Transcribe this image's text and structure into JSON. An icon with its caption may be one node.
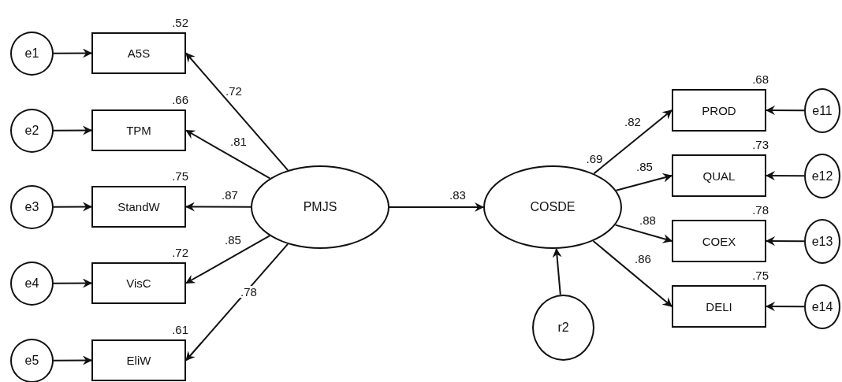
{
  "diagram": {
    "nodes": [
      {
        "text": [
          "e1"
        ]
      },
      {
        "text": [
          "A5S"
        ],
        "beside": [
          ".52"
        ]
      },
      {
        "text": [
          "e2"
        ]
      },
      {
        "text": [
          "TPM"
        ],
        "beside": [
          ".66"
        ]
      },
      {
        "text": [
          "e3"
        ]
      },
      {
        "text": [
          "StandW"
        ],
        "beside": [
          ".75"
        ]
      },
      {
        "text": [
          "e4"
        ]
      },
      {
        "text": [
          "VisC"
        ],
        "beside": [
          ".72"
        ]
      },
      {
        "text": [
          "e5"
        ]
      },
      {
        "text": [
          "EliW"
        ],
        "beside": [
          ".61"
        ]
      },
      {
        "text": [
          "PMJS"
        ]
      },
      {
        "text": [
          "COSDE"
        ],
        "beside": [
          ".69"
        ]
      },
      {
        "text": [
          "PROD"
        ],
        "beside": [
          ".68"
        ]
      },
      {
        "text": [
          "e11"
        ]
      },
      {
        "text": [
          "QUAL"
        ],
        "beside": [
          ".73"
        ]
      },
      {
        "text": [
          "e12"
        ]
      },
      {
        "text": [
          "COEX"
        ],
        "beside": [
          ".78"
        ]
      },
      {
        "text": [
          "e13"
        ]
      },
      {
        "text": [
          "DELI"
        ],
        "beside": [
          ".75"
        ]
      },
      {
        "text": [
          "e14"
        ]
      },
      {
        "text": [
          "r2"
        ]
      }
    ],
    "edges": [
      {
        "from": 0,
        "to": 1,
        "arrow": "to"
      },
      {
        "from": 2,
        "to": 3,
        "arrow": "to"
      },
      {
        "from": 4,
        "to": 5,
        "arrow": "to"
      },
      {
        "from": 6,
        "to": 7,
        "arrow": "to"
      },
      {
        "from": 8,
        "to": 9,
        "arrow": "to"
      },
      {
        "from": 10,
        "to": 1,
        "arrow": "to",
        "label": ".72"
      },
      {
        "from": 10,
        "to": 3,
        "arrow": "to",
        "label": ".81"
      },
      {
        "from": 10,
        "to": 5,
        "arrow": "to",
        "label": ".87"
      },
      {
        "from": 10,
        "to": 7,
        "arrow": "to",
        "label": ".85"
      },
      {
        "from": 10,
        "to": 9,
        "arrow": "to",
        "label": ".78"
      },
      {
        "from": 10,
        "to": 11,
        "arrow": "to",
        "label": ".83"
      },
      {
        "from": 11,
        "to": 12,
        "arrow": "to",
        "label": ".82"
      },
      {
        "from": 11,
        "to": 14,
        "arrow": "to",
        "label": ".85"
      },
      {
        "from": 11,
        "to": 16,
        "arrow": "to",
        "label": ".88"
      },
      {
        "from": 11,
        "to": 18,
        "arrow": "to",
        "label": ".86"
      },
      {
        "from": 13,
        "to": 12,
        "arrow": "to"
      },
      {
        "from": 15,
        "to": 14,
        "arrow": "to"
      },
      {
        "from": 17,
        "to": 16,
        "arrow": "to"
      },
      {
        "from": 19,
        "to": 18,
        "arrow": "to"
      },
      {
        "from": 20,
        "to": 11,
        "arrow": "to"
      }
    ]
  }
}
